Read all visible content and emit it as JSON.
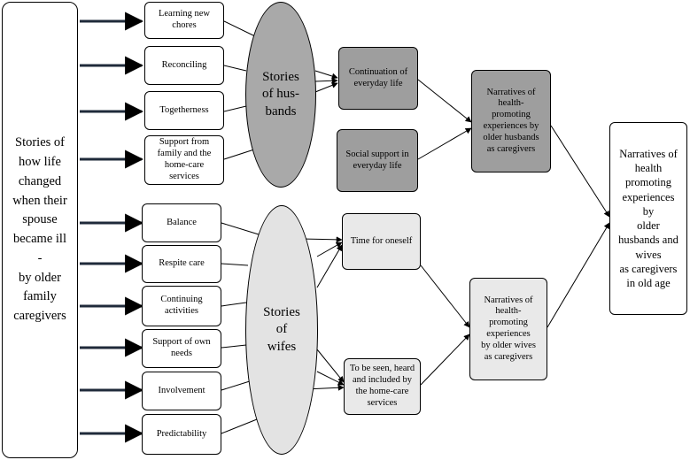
{
  "root": "Stories of\nhow life\nchanged\nwhen their\nspouse\nbecame ill\n-\nby older\nfamily\ncaregivers",
  "husbands": {
    "story": "Stories\nof hus-\nbands",
    "items": [
      "Learning new\nchores",
      "Reconciling",
      "Togetherness",
      "Support from\nfamily and the\nhome-care\nservices"
    ],
    "themes": [
      "Continuation of\neveryday life",
      "Social support in\neveryday life"
    ],
    "narrative": "Narratives of\nhealth-\npromoting\nexperiences by\nolder husbands\nas caregivers"
  },
  "wives": {
    "story": "Stories\nof\nwifes",
    "items": [
      "Balance",
      "Respite care",
      "Continuing\nactivities",
      "Support of own\nneeds",
      "Involvement",
      "Predictability"
    ],
    "themes": [
      "Time for oneself",
      "To be seen, heard\nand included by\nthe home-care\nservices"
    ],
    "narrative": "Narratives of\nhealth-\npromoting\nexperiences\nby older wives\nas caregivers"
  },
  "final": "Narratives of\nhealth\npromoting\nexperiences\nby\nolder\nhusbands and\nwives\nas caregivers\nin old age"
}
